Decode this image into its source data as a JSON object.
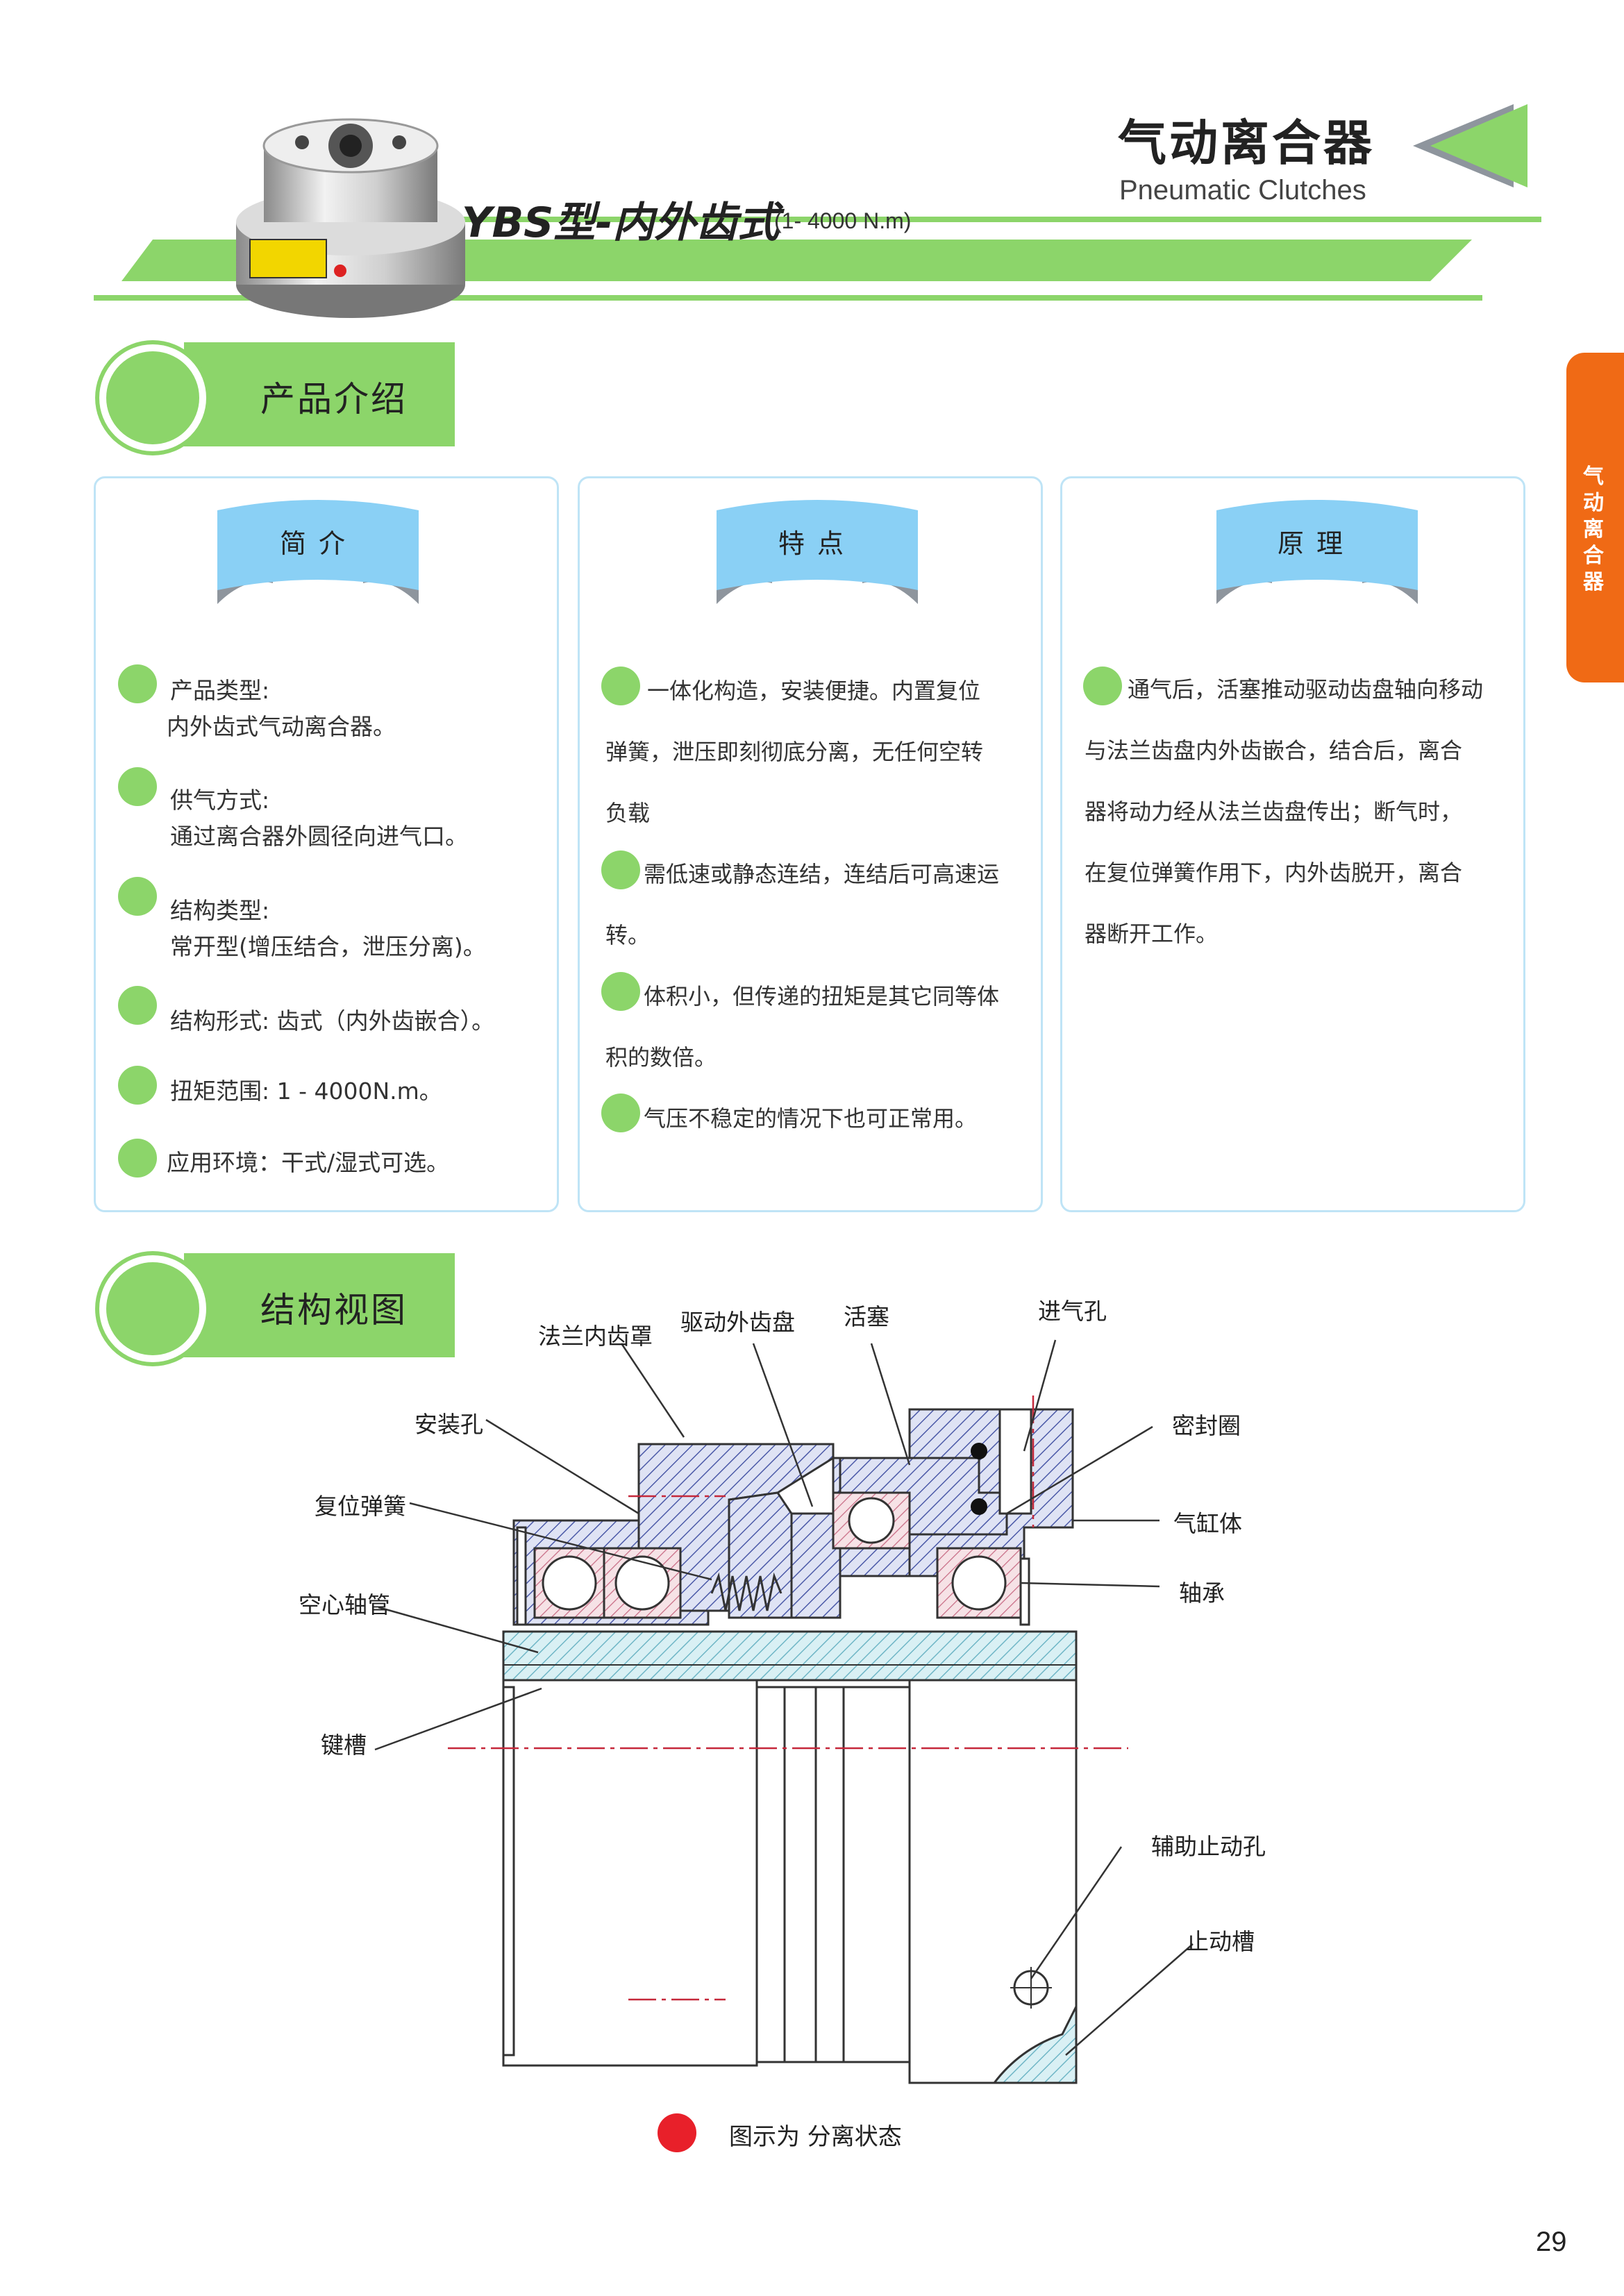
{
  "header": {
    "title_cn": "气动离合器",
    "title_en": "Pneumatic Clutches",
    "model": "YBS型-内外齿式",
    "range": "(1- 4000 N.m)"
  },
  "side_tab": {
    "label": "气动离合器"
  },
  "sections": {
    "intro_title": "产品介绍",
    "structure_title": "结构视图"
  },
  "panels": {
    "intro": {
      "title": "简介",
      "items": [
        {
          "label": "产品类型:",
          "value": "内外齿式气动离合器。"
        },
        {
          "label": "供气方式:",
          "value": "通过离合器外圆径向进气口。"
        },
        {
          "label": "结构类型:",
          "value": "常开型(增压结合，泄压分离)。"
        },
        {
          "label": "结构形式: 齿式（内外齿嵌合）。",
          "value": ""
        },
        {
          "label": "扭矩范围: 1 - 4000N.m。",
          "value": ""
        },
        {
          "label": "应用环境：干式/湿式可选。",
          "value": ""
        }
      ]
    },
    "features": {
      "title": "特点",
      "lines": [
        "一体化构造，安装便捷。内置复位",
        "弹簧，泄压即刻彻底分离，无任何空转",
        "负载",
        "需低速或静态连结，连结后可高速运",
        "转。",
        "体积小，但传递的扭矩是其它同等体",
        "积的数倍。",
        "气压不稳定的情况下也可正常用。"
      ]
    },
    "principle": {
      "title": "原理",
      "lines": [
        "通气后，活塞推动驱动齿盘轴向移动",
        "与法兰齿盘内外齿嵌合，结合后，离合",
        "器将动力经从法兰齿盘传出；断气时，",
        "在复位弹簧作用下，内外齿脱开，离合",
        "器断开工作。"
      ]
    }
  },
  "diagram": {
    "labels": {
      "flange_cover": "法兰内齿罩",
      "drive_disc": "驱动外齿盘",
      "piston": "活塞",
      "air_inlet": "进气孔",
      "mount_hole": "安装孔",
      "seal": "密封圈",
      "return_spring": "复位弹簧",
      "cylinder": "气缸体",
      "bearing": "轴承",
      "hollow_shaft": "空心轴管",
      "keyway": "键槽",
      "aux_stop_hole": "辅助止动孔",
      "stop_slot": "止动槽"
    },
    "legend": "图示为 分离状态"
  },
  "colors": {
    "green": "#8cd56a",
    "blue_ribbon": "#8ad0f5",
    "orange": "#f06a15",
    "hatch": "#4c5aa8",
    "red": "#e8202a"
  },
  "page_number": "29"
}
